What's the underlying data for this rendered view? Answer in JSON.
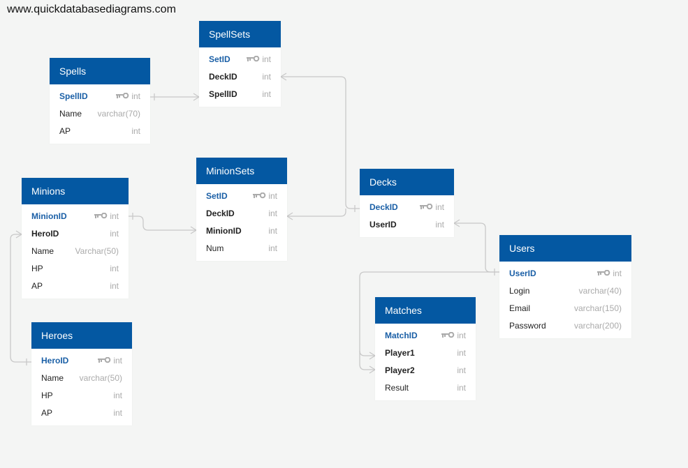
{
  "watermark": "www.quickdatabasediagrams.com",
  "tables": {
    "spellsets": {
      "title": "SpellSets",
      "fields": [
        {
          "name": "SetID",
          "type": "int"
        },
        {
          "name": "DeckID",
          "type": "int"
        },
        {
          "name": "SpellID",
          "type": "int"
        }
      ]
    },
    "spells": {
      "title": "Spells",
      "fields": [
        {
          "name": "SpellID",
          "type": "int"
        },
        {
          "name": "Name",
          "type": "varchar(70)"
        },
        {
          "name": "AP",
          "type": "int"
        }
      ]
    },
    "minionsets": {
      "title": "MinionSets",
      "fields": [
        {
          "name": "SetID",
          "type": "int"
        },
        {
          "name": "DeckID",
          "type": "int"
        },
        {
          "name": "MinionID",
          "type": "int"
        },
        {
          "name": "Num",
          "type": "int"
        }
      ]
    },
    "minions": {
      "title": "Minions",
      "fields": [
        {
          "name": "MinionID",
          "type": "int"
        },
        {
          "name": "HeroID",
          "type": "int"
        },
        {
          "name": "Name",
          "type": "Varchar(50)"
        },
        {
          "name": "HP",
          "type": "int"
        },
        {
          "name": "AP",
          "type": "int"
        }
      ]
    },
    "decks": {
      "title": "Decks",
      "fields": [
        {
          "name": "DeckID",
          "type": "int"
        },
        {
          "name": "UserID",
          "type": "int"
        }
      ]
    },
    "users": {
      "title": "Users",
      "fields": [
        {
          "name": "UserID",
          "type": "int"
        },
        {
          "name": "Login",
          "type": "varchar(40)"
        },
        {
          "name": "Email",
          "type": "varchar(150)"
        },
        {
          "name": "Password",
          "type": "varchar(200)"
        }
      ]
    },
    "heroes": {
      "title": "Heroes",
      "fields": [
        {
          "name": "HeroID",
          "type": "int"
        },
        {
          "name": "Name",
          "type": "varchar(50)"
        },
        {
          "name": "HP",
          "type": "int"
        },
        {
          "name": "AP",
          "type": "int"
        }
      ]
    },
    "matches": {
      "title": "Matches",
      "fields": [
        {
          "name": "MatchID",
          "type": "int"
        },
        {
          "name": "Player1",
          "type": "int"
        },
        {
          "name": "Player2",
          "type": "int"
        },
        {
          "name": "Result",
          "type": "int"
        }
      ]
    }
  }
}
